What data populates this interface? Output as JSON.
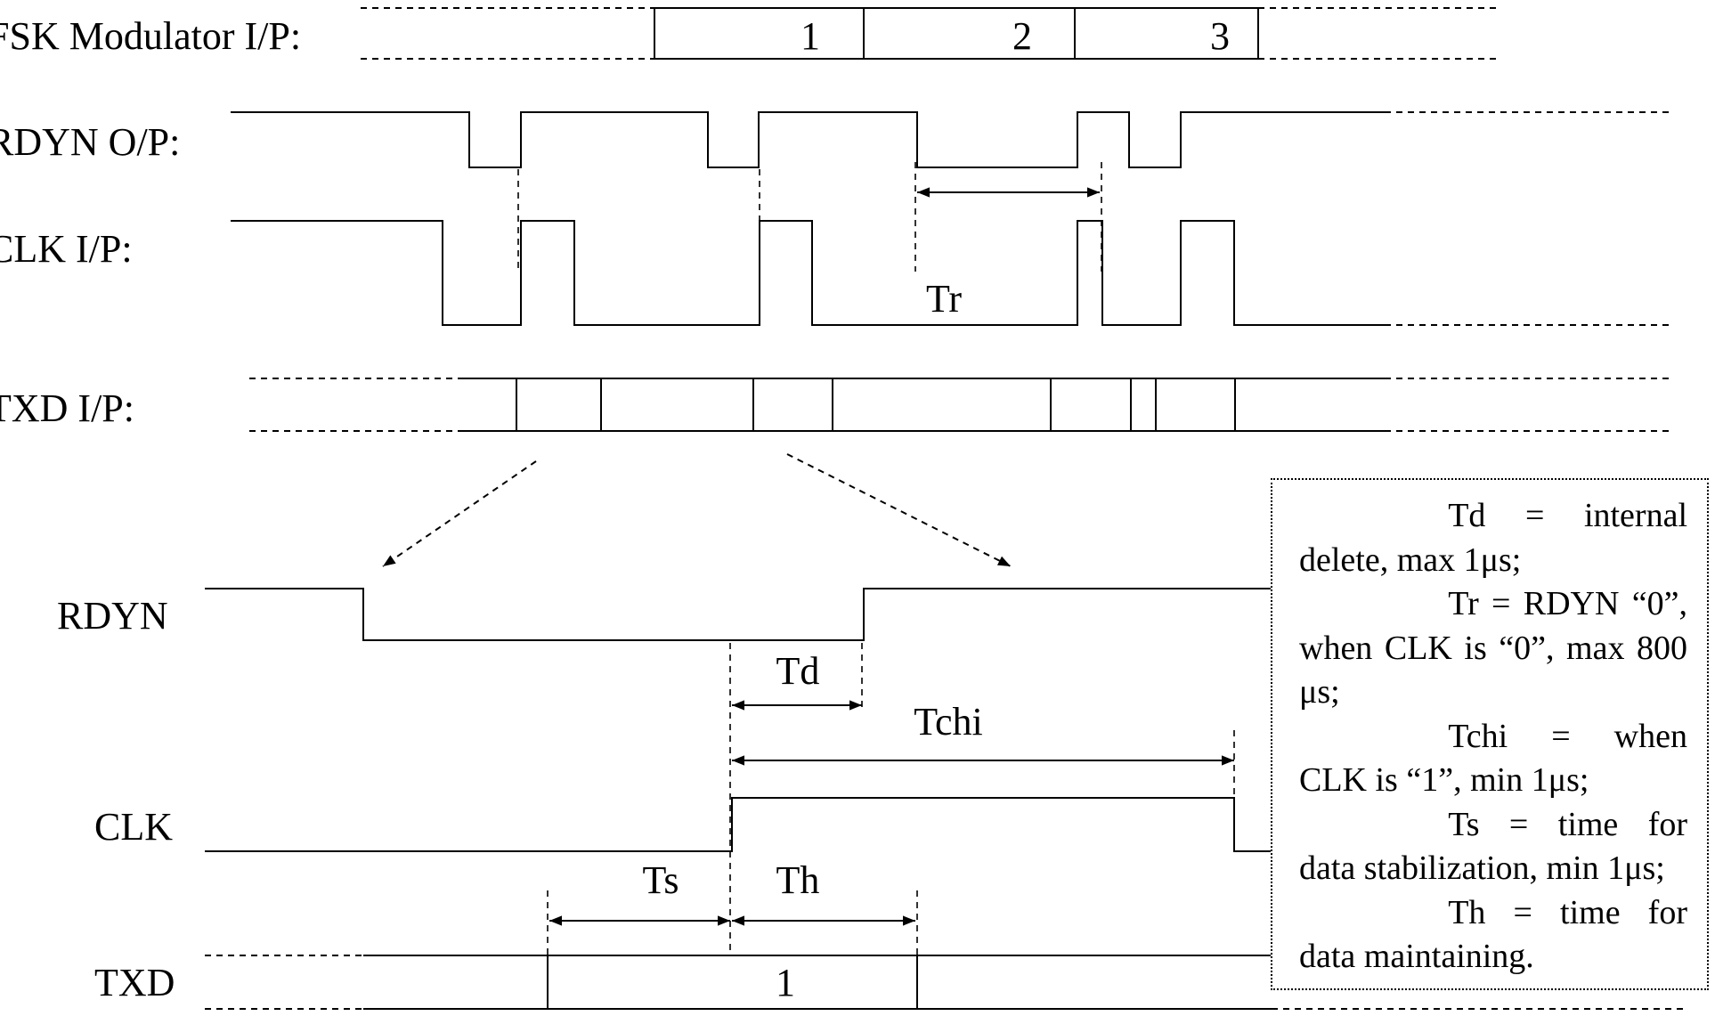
{
  "signals": {
    "fsk": "FSK Modulator I/P:",
    "rdyn_op": "RDYN O/P:",
    "clk_ip": "CLK I/P:",
    "txd_ip": "TXD I/P:",
    "rdyn": "RDYN",
    "clk": "CLK",
    "txd": "TXD"
  },
  "fsk_cells": [
    "1",
    "2",
    "3"
  ],
  "txd_cell": "1",
  "timings": {
    "tr": "Tr",
    "td": "Td",
    "tchi": "Tchi",
    "ts": "Ts",
    "th": "Th"
  },
  "note": [
    "Td = internal delete, max 1μs;",
    "Tr = RDYN “0”, when CLK is “0”, max 800 μs;",
    "Tchi = when CLK is “1”, min 1μs;",
    "Ts = time for data stabilization, min 1μs;",
    "Th = time for data maintaining."
  ]
}
